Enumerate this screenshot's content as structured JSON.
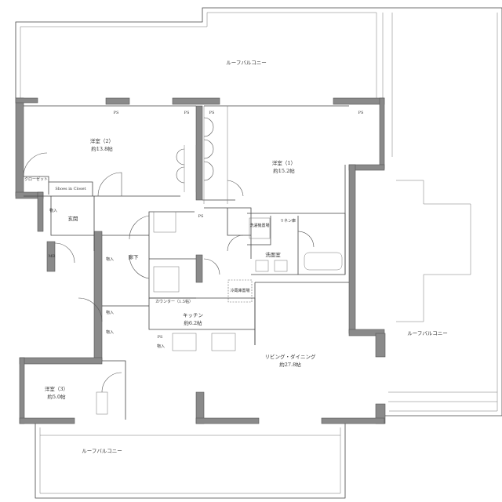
{
  "rooms": {
    "western_room_2": {
      "name": "洋室（2）",
      "area": "約13.8帖"
    },
    "western_room_1": {
      "name": "洋室（1）",
      "area": "約15.2帖"
    },
    "western_room_3": {
      "name": "洋室（3）",
      "area": "約5.0帖"
    },
    "kitchen": {
      "name": "キッチン",
      "area": "約6.2帖"
    },
    "living_dining": {
      "name": "リビング・ダイニング",
      "area": "約27.8帖"
    },
    "washroom": "洗面室",
    "entrance": "玄関",
    "hallway": "廊下",
    "counter": "カウンター（1.5帖）"
  },
  "storage": {
    "closet": "クローゼット",
    "shoes_in_closet": "Shoes in Closet",
    "storage": "物入",
    "linen": "リネン庫",
    "washer_space": "洗濯機置場",
    "fridge_space": "冷蔵庫置場"
  },
  "utilities": {
    "ps": "PS",
    "mb": "MB"
  },
  "balconies": {
    "top": "ルーフバルコニー",
    "right": "ルーフバルコニー",
    "bottom": "ルーフバルコニー"
  }
}
